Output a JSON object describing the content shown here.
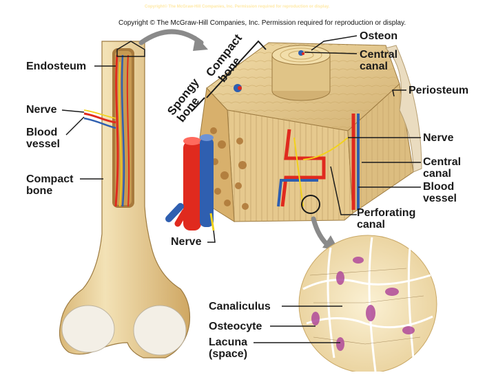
{
  "header": {
    "faint_copyright": "Copyright© The McGraw-Hill Companies, Inc. Permission required for reproduction or display.",
    "copyright": "Copyright © The McGraw-Hill Companies, Inc. Permission required for reproduction or display."
  },
  "labels": {
    "endosteum": "Endosteum",
    "nerve_left": "Nerve",
    "blood_vessel_left_1": "Blood",
    "blood_vessel_left_2": "vessel",
    "compact_bone_left_1": "Compact",
    "compact_bone_left_2": "bone",
    "spongy_bone_1": "Spongy",
    "spongy_bone_2": "bone",
    "compact_bone_top_1": "Compact",
    "compact_bone_top_2": "bone",
    "osteon": "Osteon",
    "central_canal_top_1": "Central",
    "central_canal_top_2": "canal",
    "periosteum": "Periosteum",
    "nerve_right": "Nerve",
    "central_canal_right_1": "Central",
    "central_canal_right_2": "canal",
    "blood_vessel_right_1": "Blood",
    "blood_vessel_right_2": "vessel",
    "perforating_canal_1": "Perforating",
    "perforating_canal_2": "canal",
    "nerve_bottom": "Nerve",
    "canaliculus": "Canaliculus",
    "osteocyte": "Osteocyte",
    "lacuna_1": "Lacuna",
    "lacuna_2": "(space)"
  },
  "colors": {
    "bone": "#e8cf98",
    "bone_dark": "#c9a866",
    "artery": "#e02a1e",
    "vein": "#2f5fb0",
    "nerve": "#f2d21b",
    "osteocyte": "#b04a9a"
  }
}
